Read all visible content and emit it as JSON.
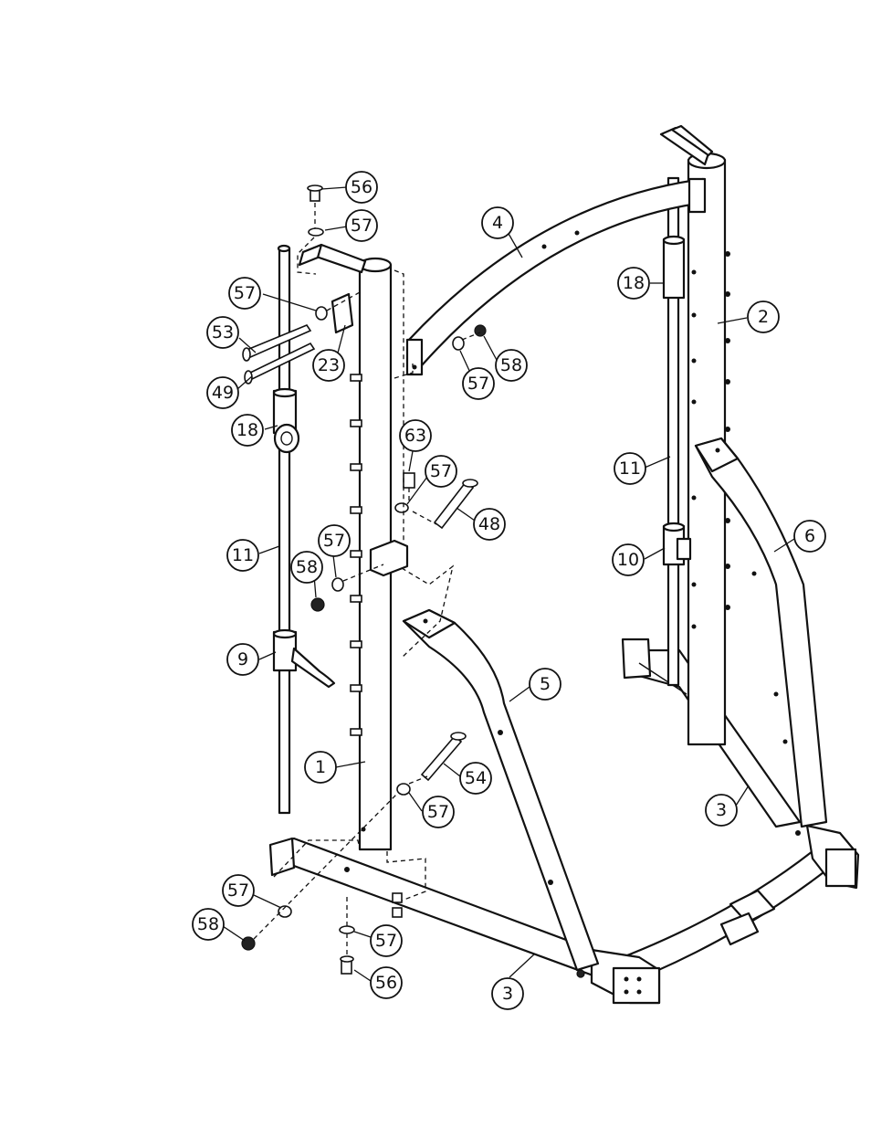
{
  "callouts": [
    {
      "id": "c56a",
      "label": "56"
    },
    {
      "id": "c57a",
      "label": "57"
    },
    {
      "id": "c57b",
      "label": "57"
    },
    {
      "id": "c53",
      "label": "53"
    },
    {
      "id": "c23",
      "label": "23"
    },
    {
      "id": "c49",
      "label": "49"
    },
    {
      "id": "c18a",
      "label": "18"
    },
    {
      "id": "c4",
      "label": "4"
    },
    {
      "id": "c57c",
      "label": "57"
    },
    {
      "id": "c58a",
      "label": "58"
    },
    {
      "id": "c18b",
      "label": "18"
    },
    {
      "id": "c2",
      "label": "2"
    },
    {
      "id": "c63",
      "label": "63"
    },
    {
      "id": "c57d",
      "label": "57"
    },
    {
      "id": "c48",
      "label": "48"
    },
    {
      "id": "c11a",
      "label": "11"
    },
    {
      "id": "c57e",
      "label": "57"
    },
    {
      "id": "c58b",
      "label": "58"
    },
    {
      "id": "c11b",
      "label": "11"
    },
    {
      "id": "c10",
      "label": "10"
    },
    {
      "id": "c6",
      "label": "6"
    },
    {
      "id": "c9",
      "label": "9"
    },
    {
      "id": "c5",
      "label": "5"
    },
    {
      "id": "c1",
      "label": "1"
    },
    {
      "id": "c54",
      "label": "54"
    },
    {
      "id": "c57f",
      "label": "57"
    },
    {
      "id": "c3a",
      "label": "3"
    },
    {
      "id": "c57g",
      "label": "57"
    },
    {
      "id": "c58c",
      "label": "58"
    },
    {
      "id": "c57h",
      "label": "57"
    },
    {
      "id": "c56b",
      "label": "56"
    },
    {
      "id": "c3b",
      "label": "3"
    }
  ]
}
